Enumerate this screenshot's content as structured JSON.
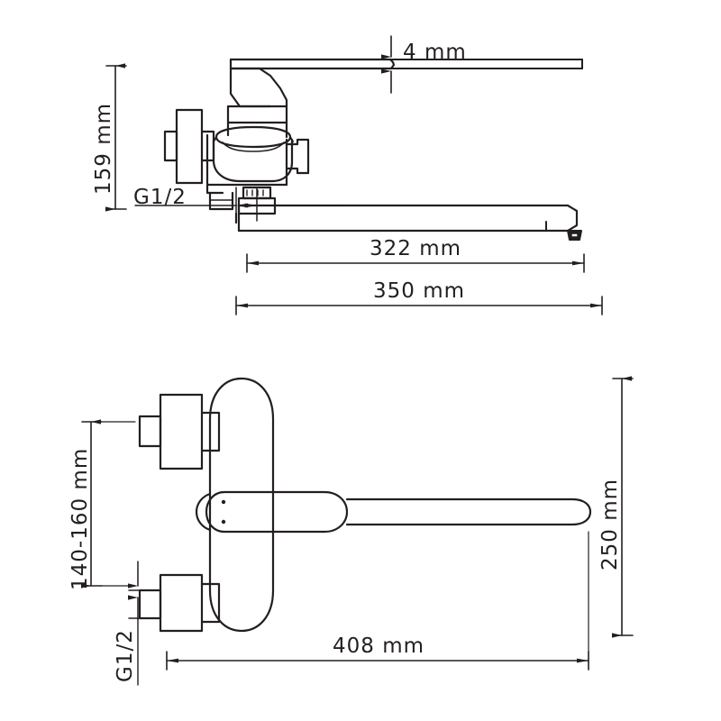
{
  "drawing": {
    "title": "Wall-mounted bath/shower mixer dimension drawing",
    "line_color": "#231f20",
    "background": "#ffffff",
    "views": [
      {
        "name": "side-view",
        "position": "top"
      },
      {
        "name": "front-view",
        "position": "bottom"
      }
    ]
  },
  "dimensions": {
    "height_159": "159 mm",
    "spout_thickness_4": "4 mm",
    "inlet_thread_top": "G1/2",
    "spout_reach_322": "322 mm",
    "overall_length_350": "350 mm",
    "inlet_spacing_140_160": "140-160 mm",
    "inlet_thread_bottom": "G1/2",
    "spout_length_408": "408 mm",
    "height_250": "250 mm"
  }
}
